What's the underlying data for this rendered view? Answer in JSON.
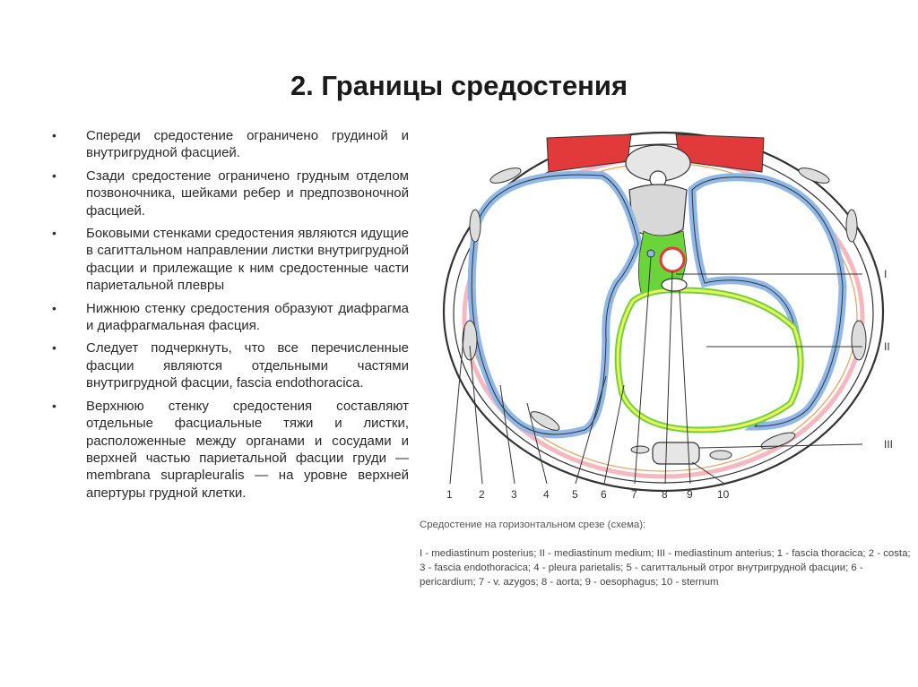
{
  "slide": {
    "title": "2. Границы средостения",
    "bullets": [
      "Спереди средостение ограничено грудиной и внутригрудной фасцией.",
      "Сзади средостение ограничено грудным отделом позвоночника, шейками ребер и предпозвоночной фасцией.",
      "Боковыми стенками средостения являются идущие в сагиттальном направлении листки внутригрудной фасции и прилежащие к ним средостенные части париетальной плевры",
      "Нижнюю стенку средостения образуют диафрагма и диафрагмальная фасция.",
      "Следует подчеркнуть, что все перечисленные фасции являются отдельными частями внутригрудной фасции, fascia endothoracica.",
      "Верхнюю стенку средостения составляют отдельные фасциальные тяжи и листки, расположенные между органами и сосудами и верхней частью париетальной фасции груди — membrana suprapleuralis — на уровне верхней апертуры грудной клетки."
    ],
    "bullet_symbol": "•"
  },
  "figure": {
    "right_labels": [
      "I",
      "II",
      "III"
    ],
    "bottom_numbers": [
      "1",
      "2",
      "3",
      "4",
      "5",
      "6",
      "7",
      "8",
      "9",
      "10"
    ],
    "colors": {
      "muscle": "#e23a3a",
      "fascia_blue": "#8fb8e8",
      "pleura_pink": "#f4b8c0",
      "mediastinum_green": "#6ad43a",
      "pericardium_yellow": "#f1f060",
      "bone_grey": "#d8d8d8",
      "outline": "#333333"
    }
  },
  "caption": {
    "title": "Средостение на горизонтальном срезе (схема):",
    "legend": "I - mediastinum posterius; II - mediastinum medium; III - mediastinum anterius; 1 - fascia thoracica; 2 - costa; 3 - fascia endothoracica; 4 - pleura parietalis; 5 - сагиттальный отрог внутригрудной фасции; 6 - pericardium; 7 - v. azygos; 8 - aorta; 9 - oesophagus; 10 - sternum"
  }
}
